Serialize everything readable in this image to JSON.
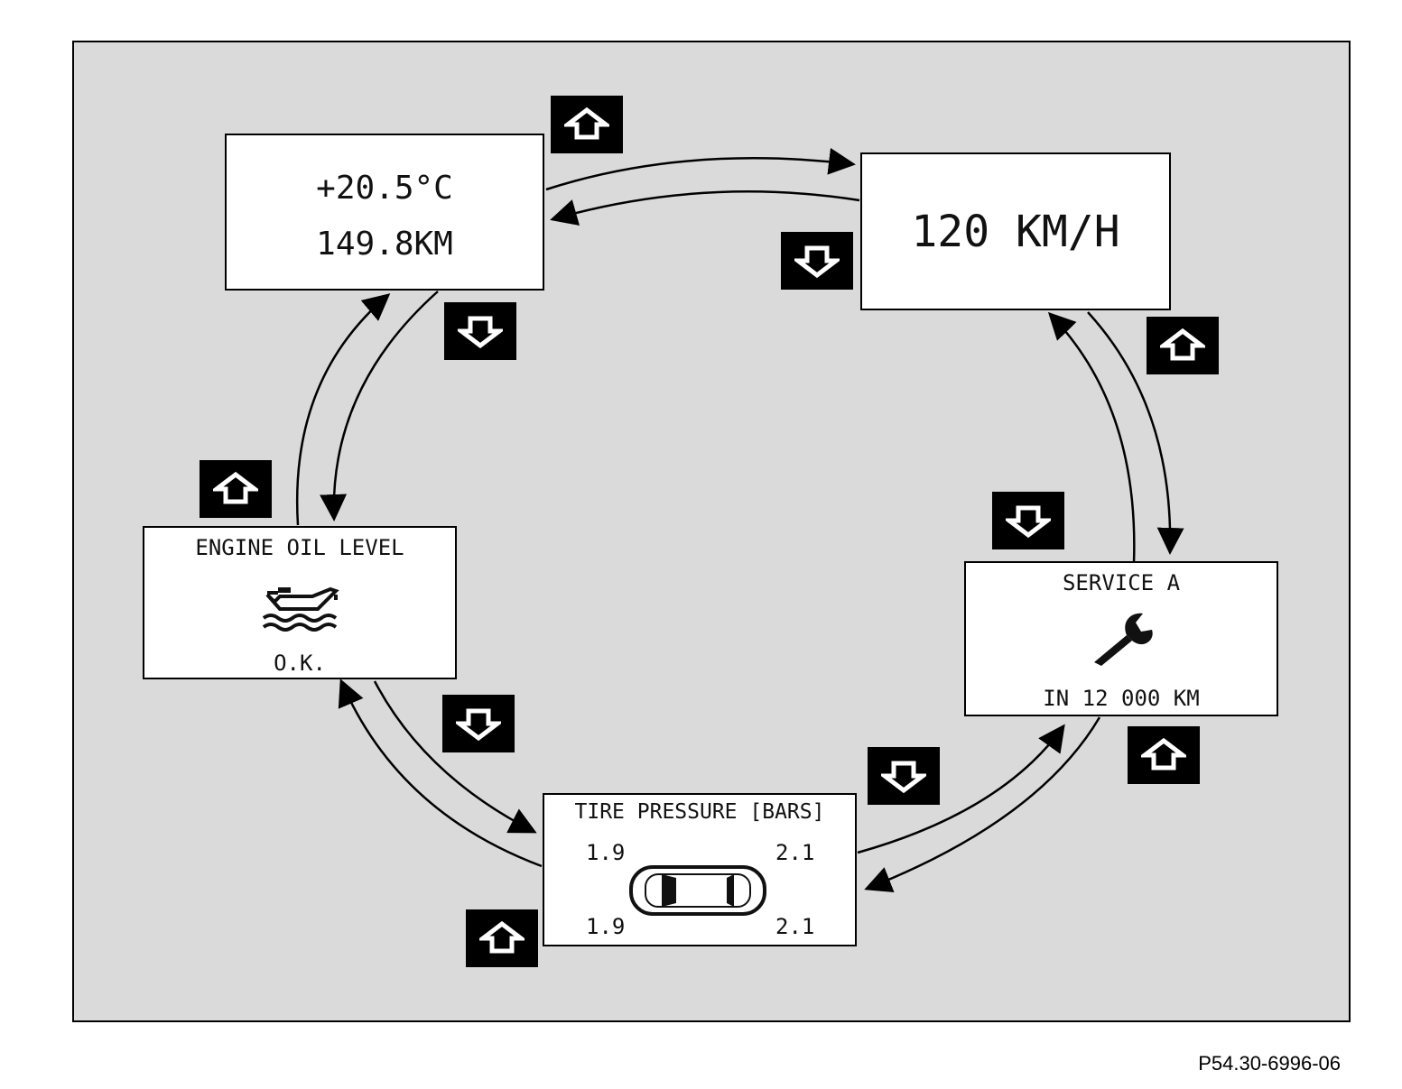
{
  "screens": {
    "temp_trip": {
      "temperature": "+20.5°C",
      "trip_distance": "149.8KM"
    },
    "speed": {
      "value": "120 KM/H"
    },
    "service": {
      "title": "SERVICE A",
      "icon": "wrench-icon",
      "due": "IN 12 000 KM"
    },
    "tire_pressure": {
      "title": "TIRE PRESSURE [BARS]",
      "front_left": "1.9",
      "front_right": "2.1",
      "rear_left": "1.9",
      "rear_right": "2.1",
      "icon": "car-top-view-icon"
    },
    "oil": {
      "title": "ENGINE OIL LEVEL",
      "icon": "oil-can-icon",
      "status": "O.K."
    }
  },
  "buttons": {
    "up_icon": "arrow-up-button-icon",
    "down_icon": "arrow-down-button-icon"
  },
  "colors": {
    "panel_background": "#dadada",
    "screen_background": "#ffffff",
    "button_background": "#000000"
  },
  "caption": "P54.30-6996-06"
}
